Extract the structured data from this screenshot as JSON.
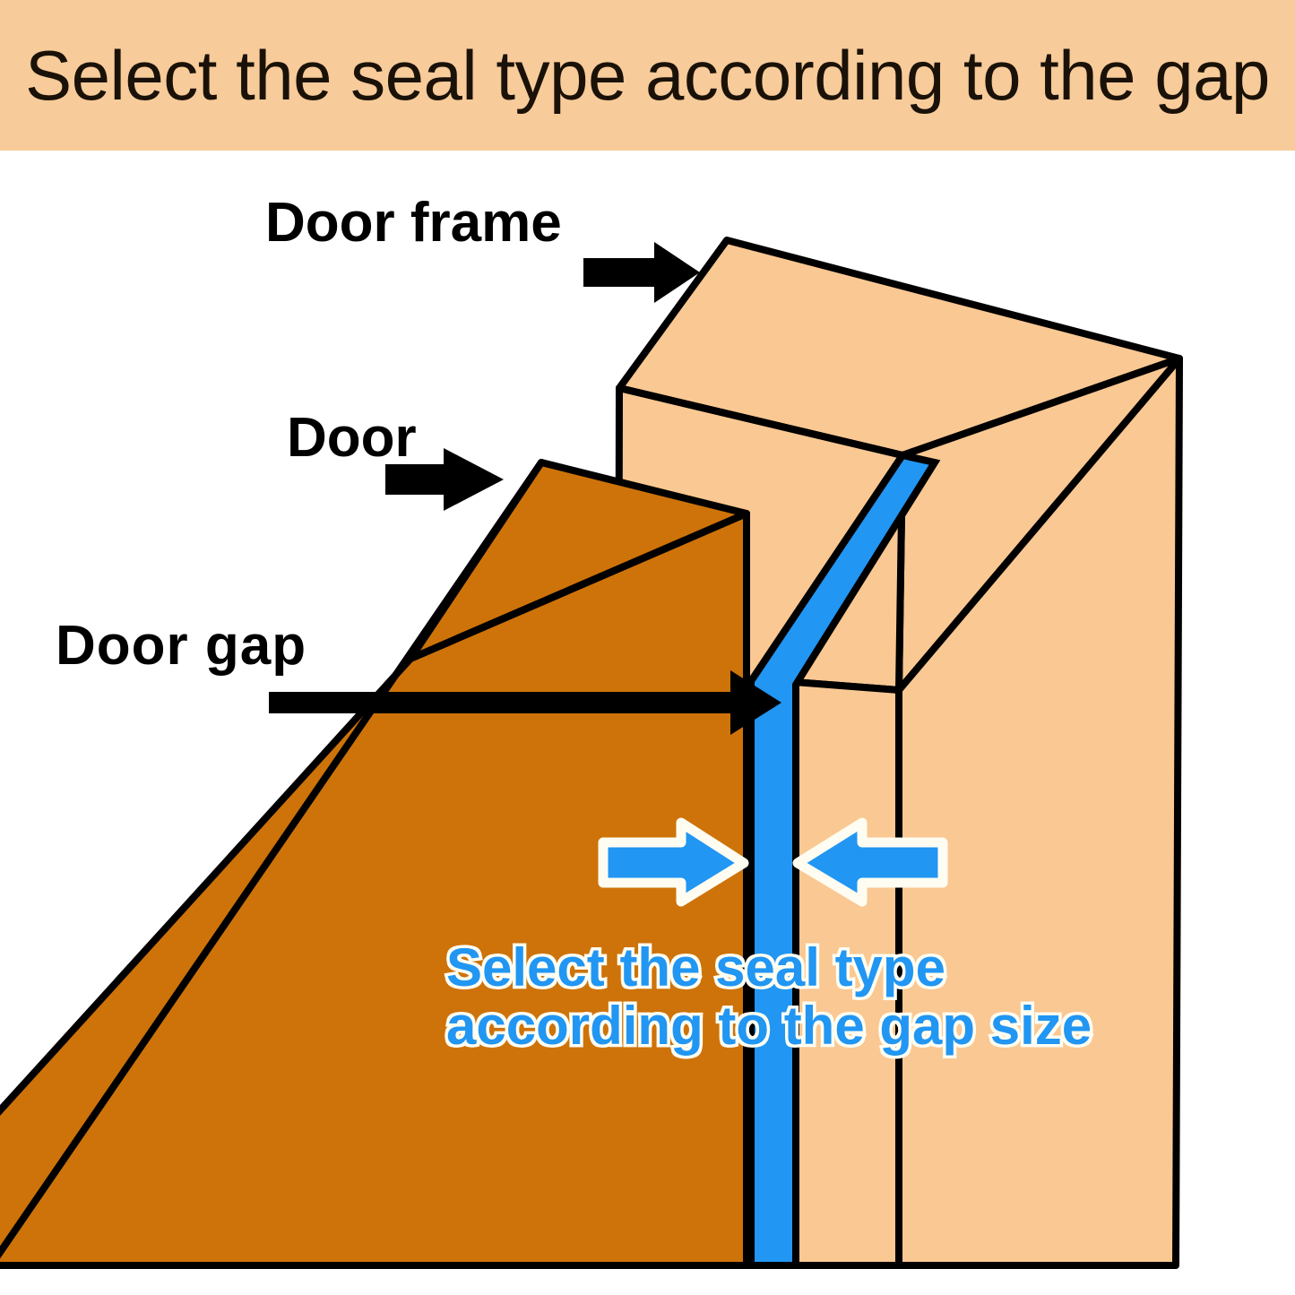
{
  "header": {
    "title": "Select the seal type according to the gap",
    "background_color": "#F8CB9A",
    "text_color": "#1a1208"
  },
  "diagram": {
    "labels": {
      "door_frame": "Door frame",
      "door": "Door",
      "door_gap": "Door  gap"
    },
    "callout": {
      "line1": "Select the seal type",
      "line2": "according to the gap size",
      "text_color": "#2196F3",
      "outline_color": "#FFFDF2"
    },
    "colors": {
      "frame_fill": "#FAC893",
      "door_fill": "#CE7309",
      "seal_blue": "#2196F3",
      "outline": "#000000",
      "arrow_black": "#000000",
      "arrow_blue": "#2196F3",
      "arrow_blue_outline": "#FFFDF2",
      "page_background": "#FFFFFF"
    },
    "parts": {
      "door_frame": "door-frame-block",
      "door": "door-slab",
      "seal": "seal-strip"
    },
    "arrows": {
      "door_frame_pointer": "arrow-right-black",
      "door_pointer": "arrow-right-black",
      "door_gap_pointer": "arrow-right-long-black",
      "gap_left_pointer": "arrow-right-blue",
      "gap_right_pointer": "arrow-left-blue"
    }
  }
}
